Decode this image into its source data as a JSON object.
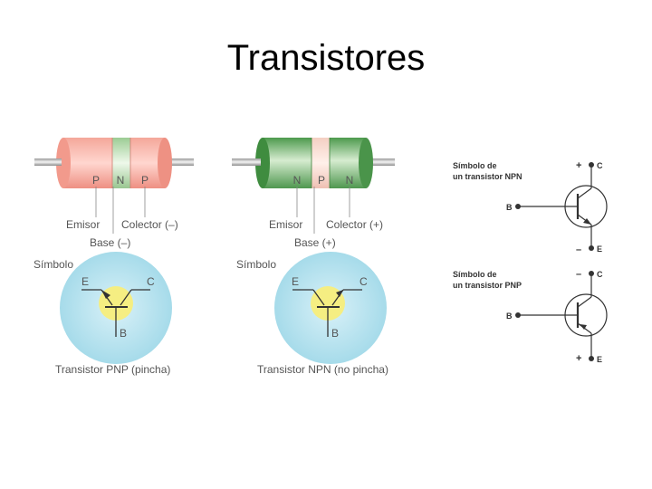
{
  "slide": {
    "title": "Transistores"
  },
  "pnp_body": {
    "layers": [
      "P",
      "N",
      "P"
    ],
    "emitter_label": "Emisor",
    "collector_label": "Colector (–)",
    "base_label": "Base (–)",
    "symbol_label": "Símbolo",
    "e": "E",
    "c": "C",
    "b": "B",
    "caption": "Transistor PNP (pincha)"
  },
  "npn_body": {
    "layers": [
      "N",
      "P",
      "N"
    ],
    "emitter_label": "Emisor",
    "collector_label": "Colector (+)",
    "base_label": "Base (+)",
    "symbol_label": "Símbolo",
    "e": "E",
    "c": "C",
    "b": "B",
    "caption": "Transistor NPN (no pincha)"
  },
  "npn_symbol": {
    "line1": "Símbolo de",
    "line2": "un transistor NPN",
    "top_sign": "+",
    "top_pin": "C",
    "base_pin": "B",
    "bottom_sign": "–",
    "bottom_pin": "E"
  },
  "pnp_symbol": {
    "line1": "Símbolo de",
    "line2": "un transistor PNP",
    "top_sign": "–",
    "top_pin": "C",
    "base_pin": "B",
    "bottom_sign": "+",
    "bottom_pin": "E"
  },
  "colors": {
    "red_band": "#f08c80",
    "pink_band": "#f6c6bc",
    "green_band": "#5aa05a",
    "light_green_band": "#b8d8a8",
    "circle_blue": "#bfe6f2",
    "circle_yellow": "#f5ee82",
    "label_gray": "#555555"
  }
}
